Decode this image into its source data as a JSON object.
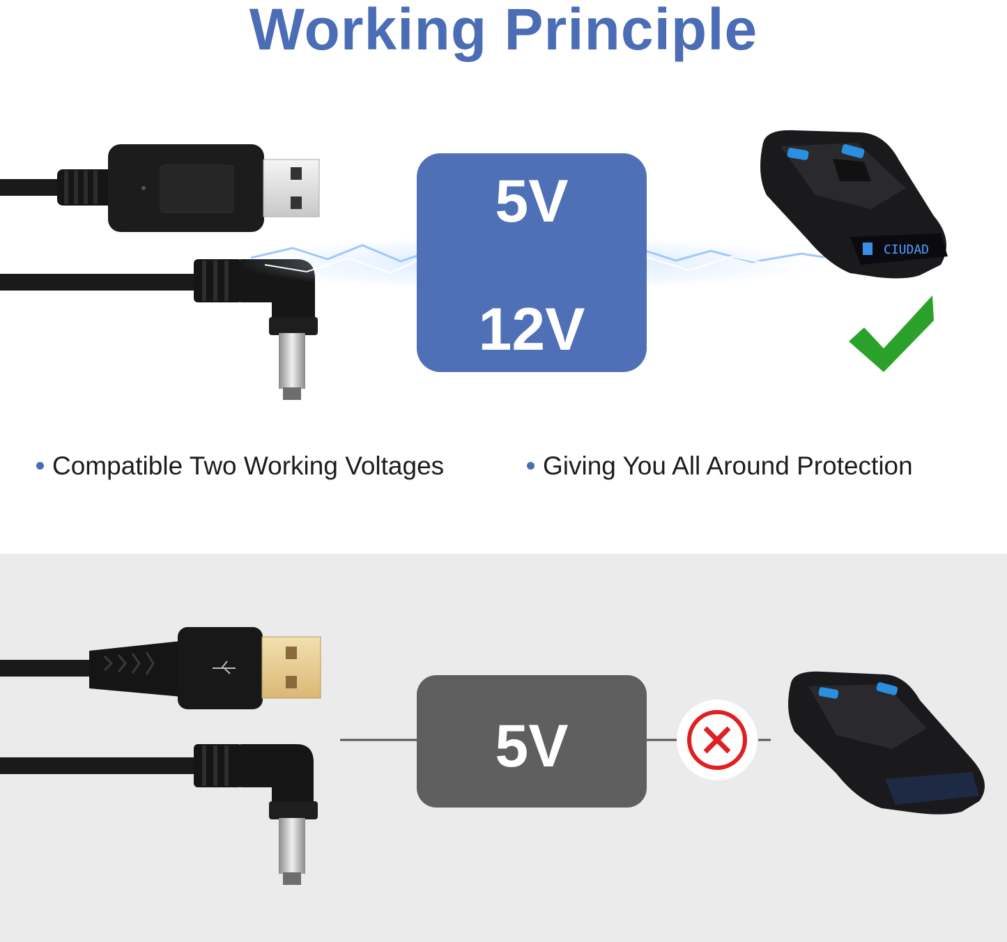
{
  "title": "Working Principle",
  "top_section": {
    "voltage_high": "5V",
    "voltage_low": "12V",
    "device_display_text": "CIUDAD",
    "result_icon": "checkmark-icon",
    "colors": {
      "accent": "#4a6db6",
      "box": "#4f6fb6",
      "check": "#2aa12a"
    }
  },
  "bullets": [
    {
      "text": "Compatible Two Working Voltages"
    },
    {
      "text": "Giving You All Around Protection"
    }
  ],
  "bottom_section": {
    "voltage": "5V",
    "result_icon": "cross-icon",
    "colors": {
      "box": "#5f5f5f",
      "cross": "#e02020"
    }
  }
}
